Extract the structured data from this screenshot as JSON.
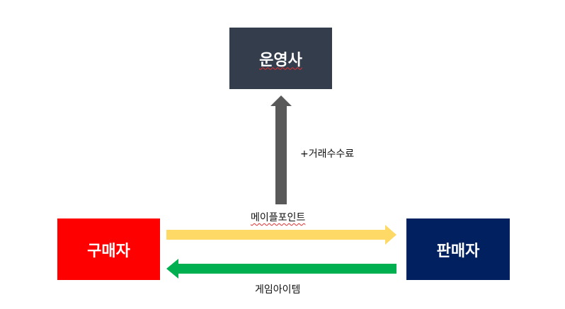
{
  "nodes": {
    "operator": {
      "label": "운영사",
      "color": "#343d4c"
    },
    "buyer": {
      "label": "구매자",
      "color": "#ff0000"
    },
    "seller": {
      "label": "판매자",
      "color": "#012060"
    }
  },
  "flows": {
    "fee": {
      "label": "+거래수수료",
      "color": "#595959"
    },
    "points": {
      "label": "메이플포인트",
      "color": "#ffd966"
    },
    "items": {
      "label": "게임아이템",
      "color": "#00b050"
    }
  }
}
